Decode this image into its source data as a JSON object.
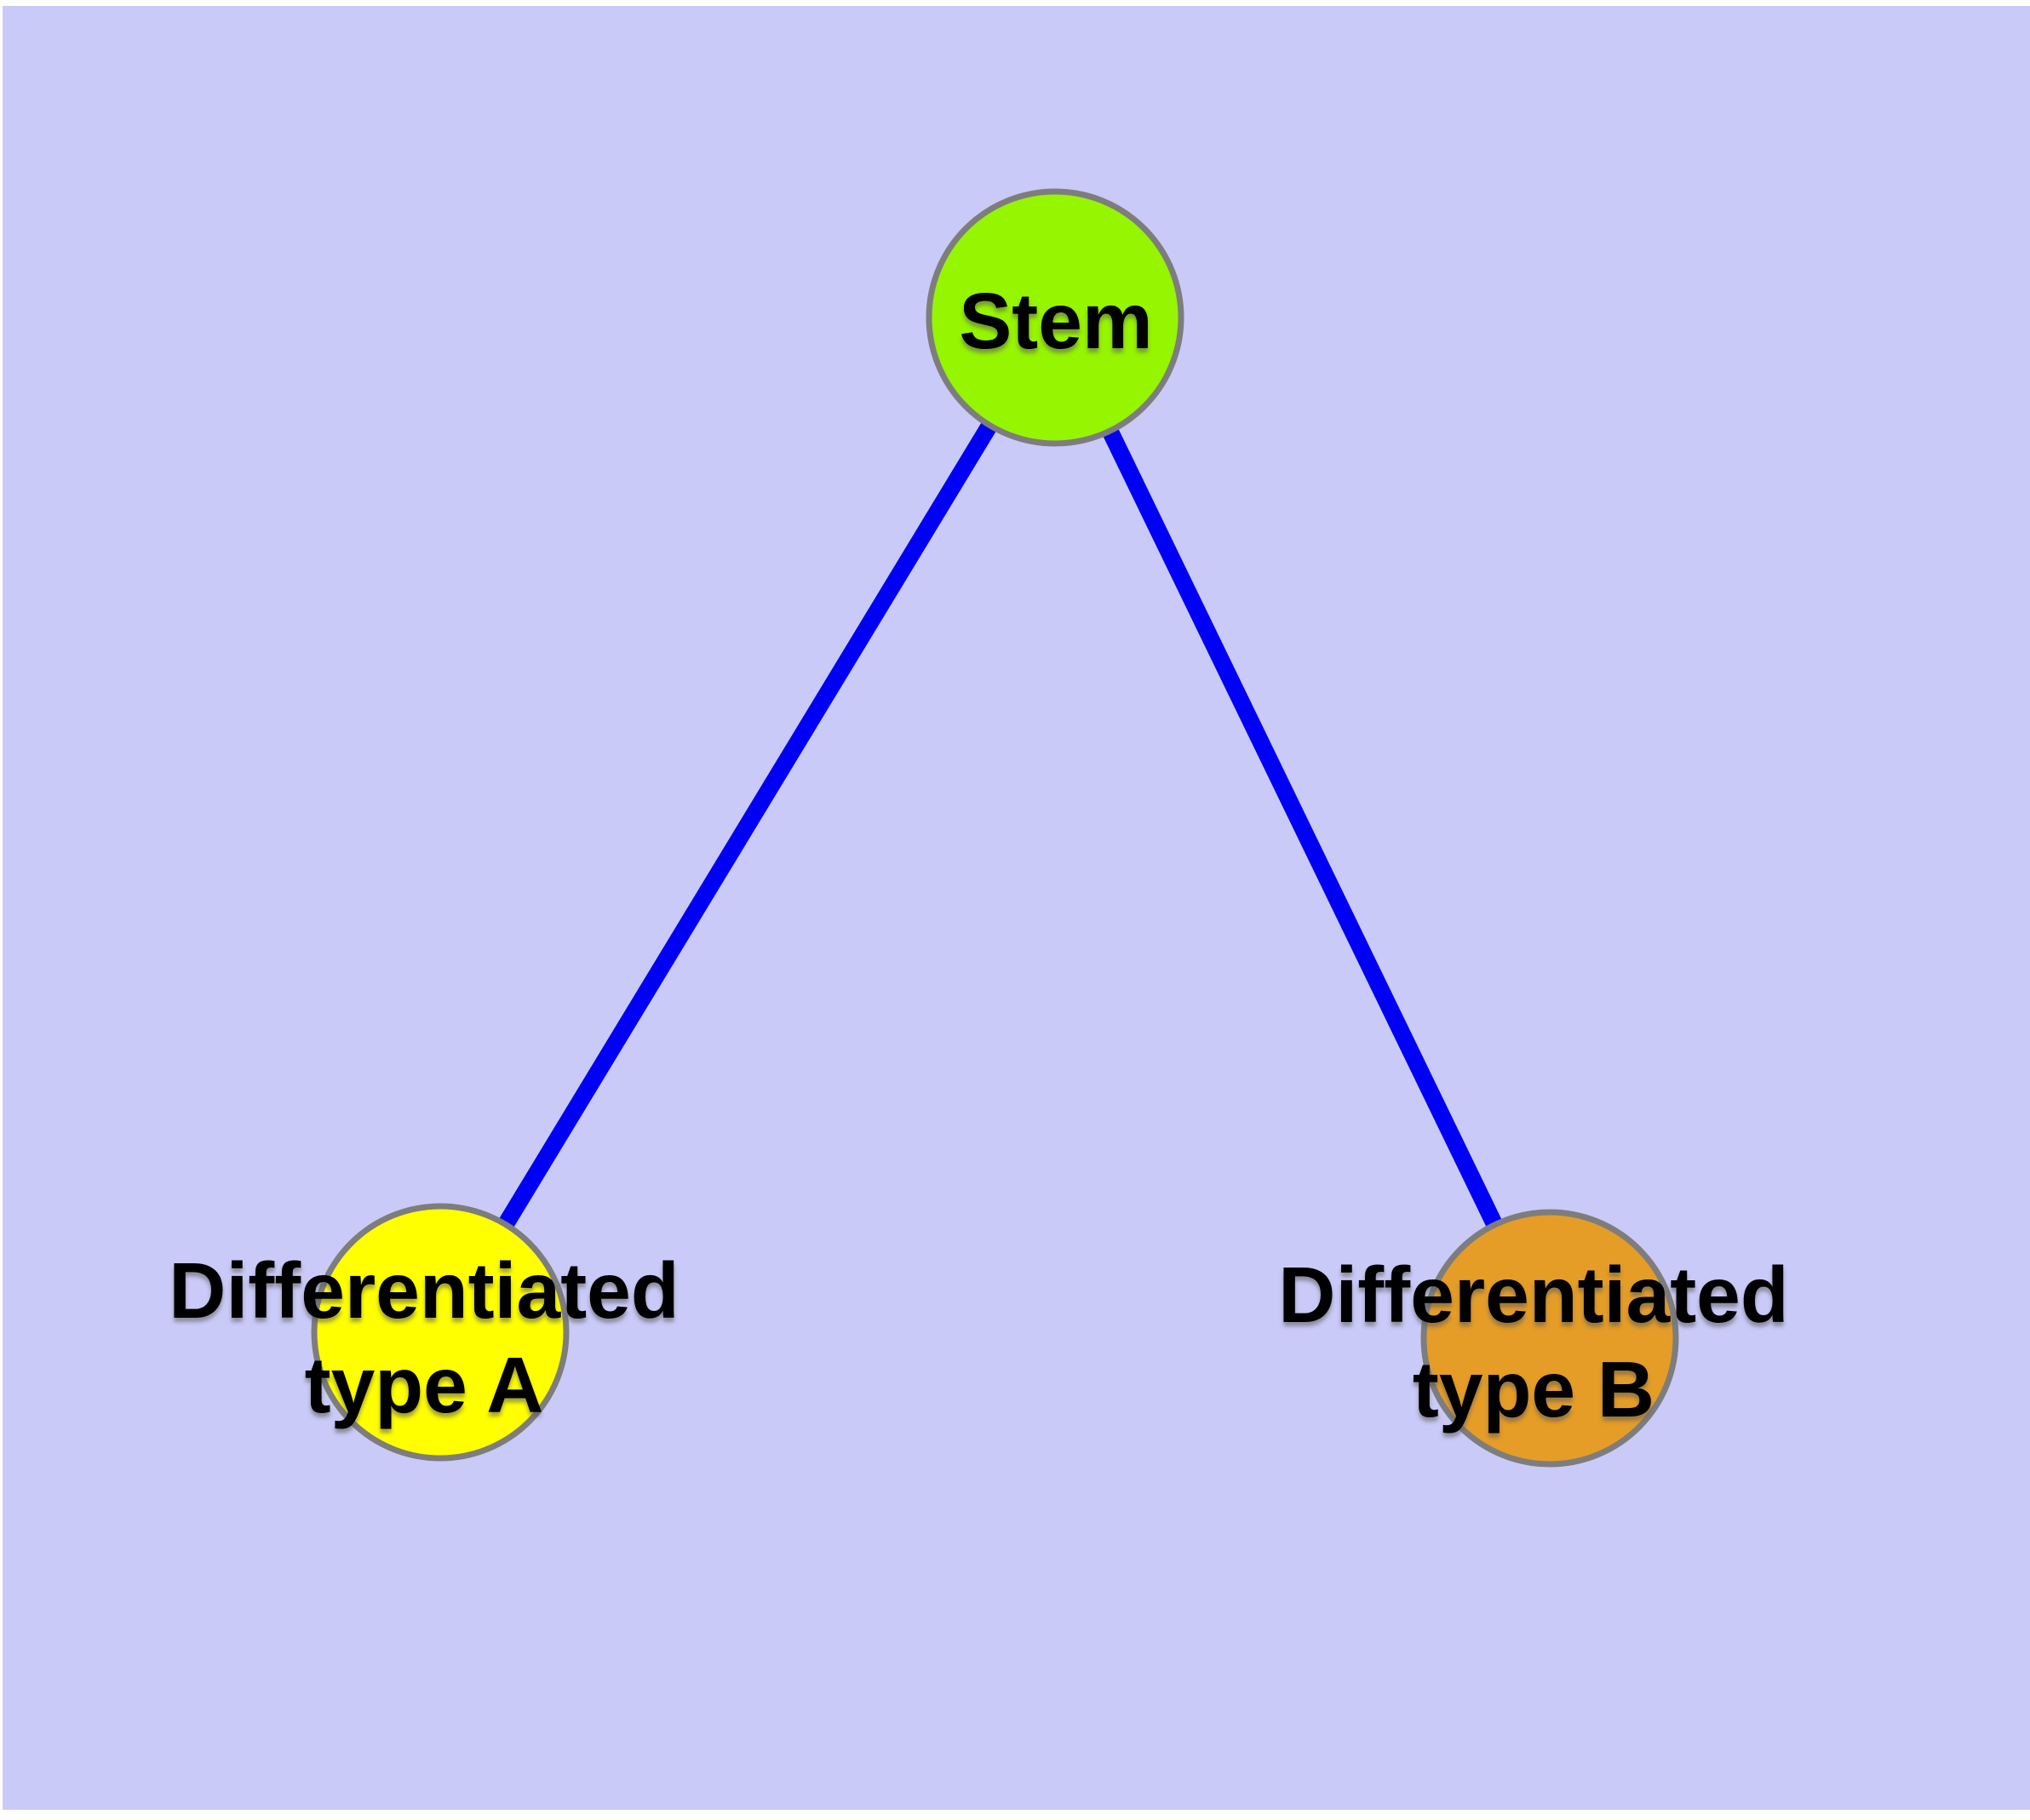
{
  "diagram": {
    "kind": "node-link-graph",
    "colors": {
      "page_margin": "#ffffff",
      "background": "#cacaf8",
      "edge": "#0000f5",
      "node_border": "#7d7d7d",
      "label_text": "#000000"
    },
    "nodes": [
      {
        "id": "stem",
        "label": "Stem",
        "label_lines": [
          "Stem"
        ],
        "fill": "#96f500"
      },
      {
        "id": "type-a",
        "label": "Differentiated type A",
        "label_lines": [
          "Differentiated",
          "type A"
        ],
        "fill": "#ffff00"
      },
      {
        "id": "type-b",
        "label": "Differentiated type B",
        "label_lines": [
          "Differentiated",
          "type B"
        ],
        "fill": "#e59d28"
      }
    ],
    "edges": [
      {
        "from": "stem",
        "to": "type-a"
      },
      {
        "from": "stem",
        "to": "type-b"
      }
    ]
  }
}
